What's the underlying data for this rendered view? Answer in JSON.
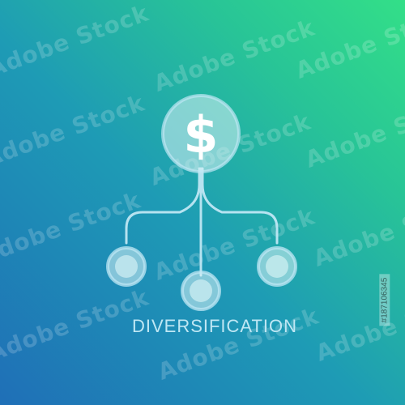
{
  "title": "DIVERSIFICATION",
  "watermark_text": "Adobe Stock",
  "side_id": "#187106345",
  "icon": {
    "center_symbol": "$",
    "theme_color": "#bfe7f4",
    "gradient_start": "#1f6fb7",
    "gradient_end": "#33df88"
  }
}
